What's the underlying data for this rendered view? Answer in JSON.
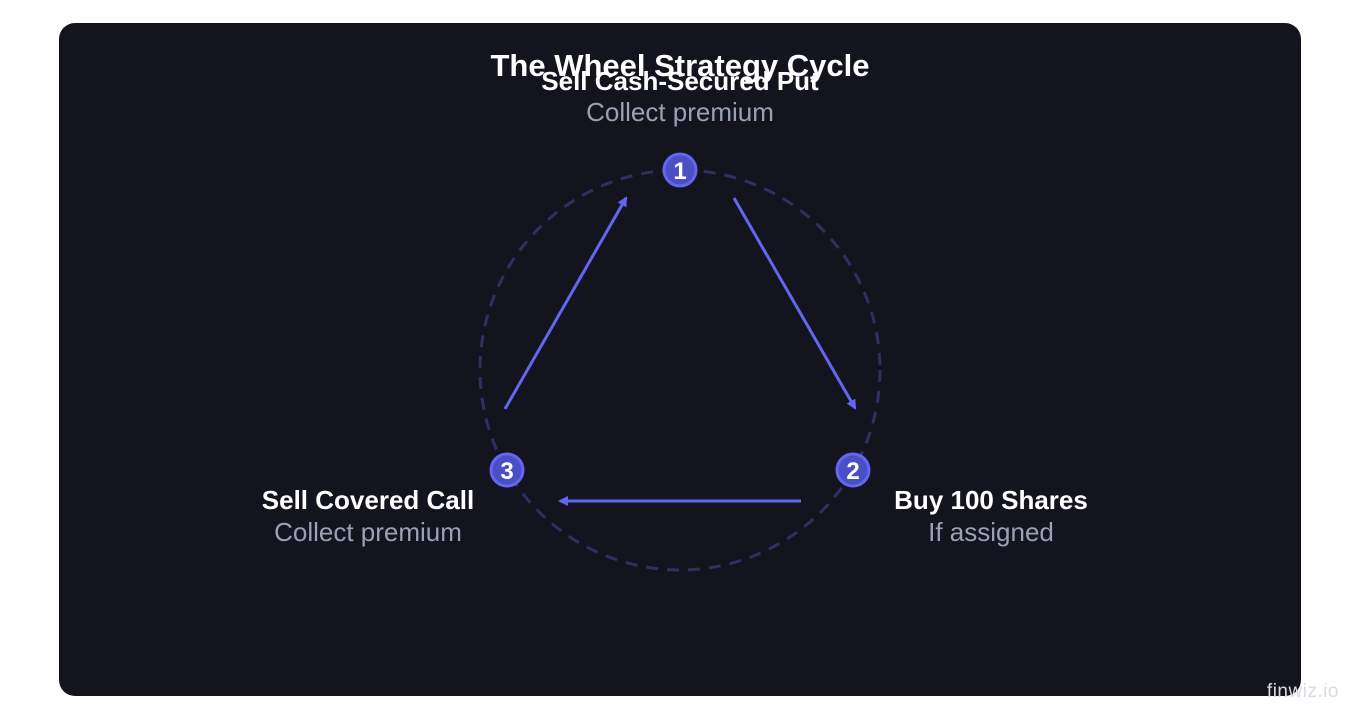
{
  "title": "The Wheel Strategy Cycle",
  "colors": {
    "background": "#14141f",
    "accent": "#6366f1",
    "ring": "#2e3060",
    "node_fill": "#4a4fc4",
    "title_text": "#ffffff",
    "sub_text": "#9aa1b6"
  },
  "steps": [
    {
      "number": "1",
      "title": "Sell Cash-Secured Put",
      "subtitle": "Collect premium"
    },
    {
      "number": "2",
      "title": "Buy 100 Shares",
      "subtitle": "If assigned"
    },
    {
      "number": "3",
      "title": "Sell Covered Call",
      "subtitle": "Collect premium"
    }
  ],
  "watermark": "finwiz.io"
}
